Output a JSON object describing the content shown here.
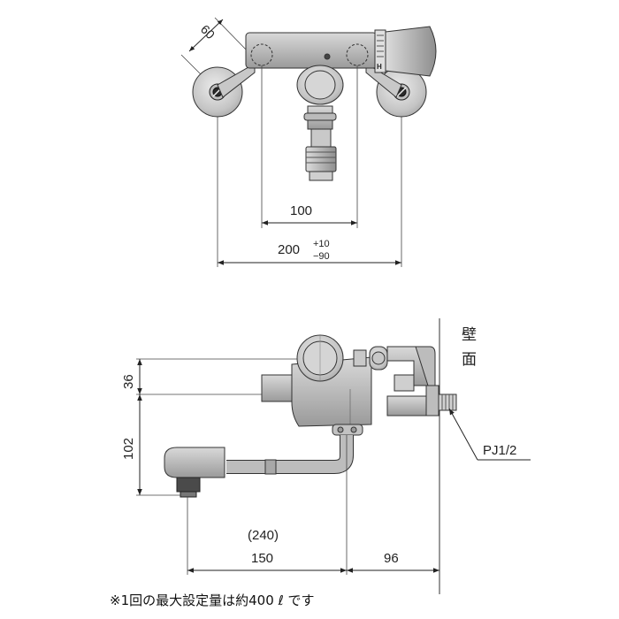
{
  "top_view": {
    "dim_depth": "60",
    "dim_pitch": "100",
    "dim_range": "200",
    "dim_range_tol_plus": "+10",
    "dim_range_tol_minus": "−90",
    "handle_mark": "H"
  },
  "side_view": {
    "dim_upper": "36",
    "dim_lower": "102",
    "dim_spout_total": "(240)",
    "dim_spout": "150",
    "dim_wall_offset": "96",
    "wall_label": "壁\n面",
    "wall_label_line1": "壁",
    "wall_label_line2": "面",
    "thread_label": "PJ1/2"
  },
  "footnote": "※1回の最大設定量は約400 ℓ です"
}
